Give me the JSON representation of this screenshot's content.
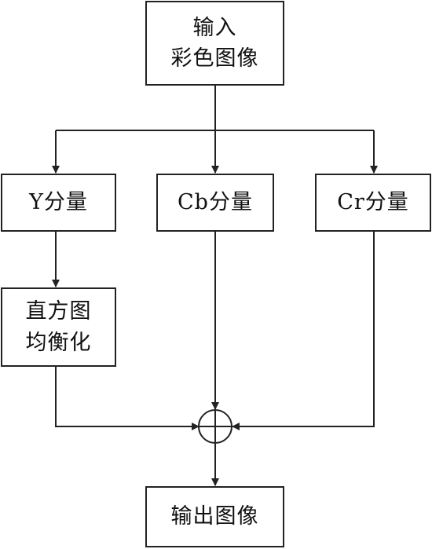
{
  "diagram": {
    "nodes": {
      "input": {
        "line1": "输入",
        "line2": "彩色图像"
      },
      "y_component": {
        "label": "Y分量"
      },
      "cb_component": {
        "label": "Cb分量"
      },
      "cr_component": {
        "label": "Cr分量"
      },
      "histogram_equalization": {
        "line1": "直方图",
        "line2": "均衡化"
      },
      "output": {
        "label": "输出图像"
      }
    },
    "edges": [
      {
        "from": "input",
        "to": "y_component"
      },
      {
        "from": "input",
        "to": "cb_component"
      },
      {
        "from": "input",
        "to": "cr_component"
      },
      {
        "from": "y_component",
        "to": "histogram_equalization"
      },
      {
        "from": "histogram_equalization",
        "to": "combine"
      },
      {
        "from": "cb_component",
        "to": "combine"
      },
      {
        "from": "cr_component",
        "to": "combine"
      },
      {
        "from": "combine",
        "to": "output"
      }
    ],
    "combine_node": {
      "symbol": "circle-plus"
    },
    "line_color": "#222222"
  }
}
